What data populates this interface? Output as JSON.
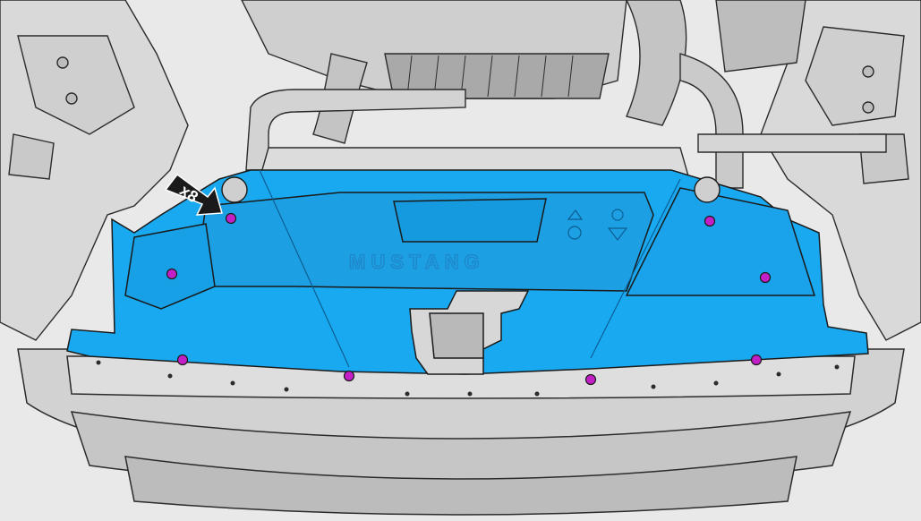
{
  "callout": {
    "label": "x8"
  },
  "cover": {
    "emboss_text": "MUSTANG"
  },
  "colors": {
    "cover_fill": "#19a9f0",
    "cover_shade": "#128fd6",
    "fastener": "#c21fc6",
    "line_art": "#2b2b2b",
    "engine_gray": "#cfcfcf"
  },
  "fasteners": {
    "count": 8
  }
}
